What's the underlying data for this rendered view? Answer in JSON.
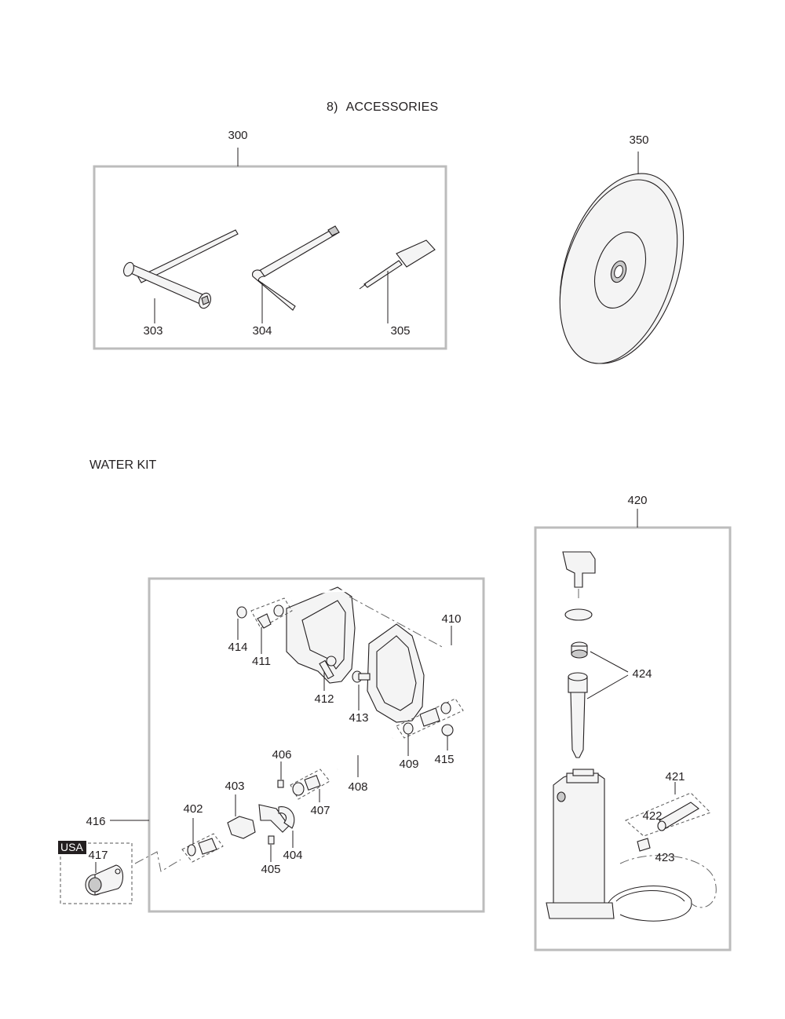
{
  "header": {
    "section_number": "8)",
    "section_title": "ACCESSORIES"
  },
  "water_kit": {
    "title": "WATER KIT",
    "region_badge": "USA"
  },
  "part_labels": {
    "p300": "300",
    "p303": "303",
    "p304": "304",
    "p305": "305",
    "p350": "350",
    "p402": "402",
    "p403": "403",
    "p404": "404",
    "p405": "405",
    "p406": "406",
    "p407": "407",
    "p408": "408",
    "p409": "409",
    "p410": "410",
    "p411": "411",
    "p412": "412",
    "p413": "413",
    "p414": "414",
    "p415": "415",
    "p416": "416",
    "p417": "417",
    "p420": "420",
    "p421": "421",
    "p422": "422",
    "p423": "423",
    "p424": "424"
  }
}
